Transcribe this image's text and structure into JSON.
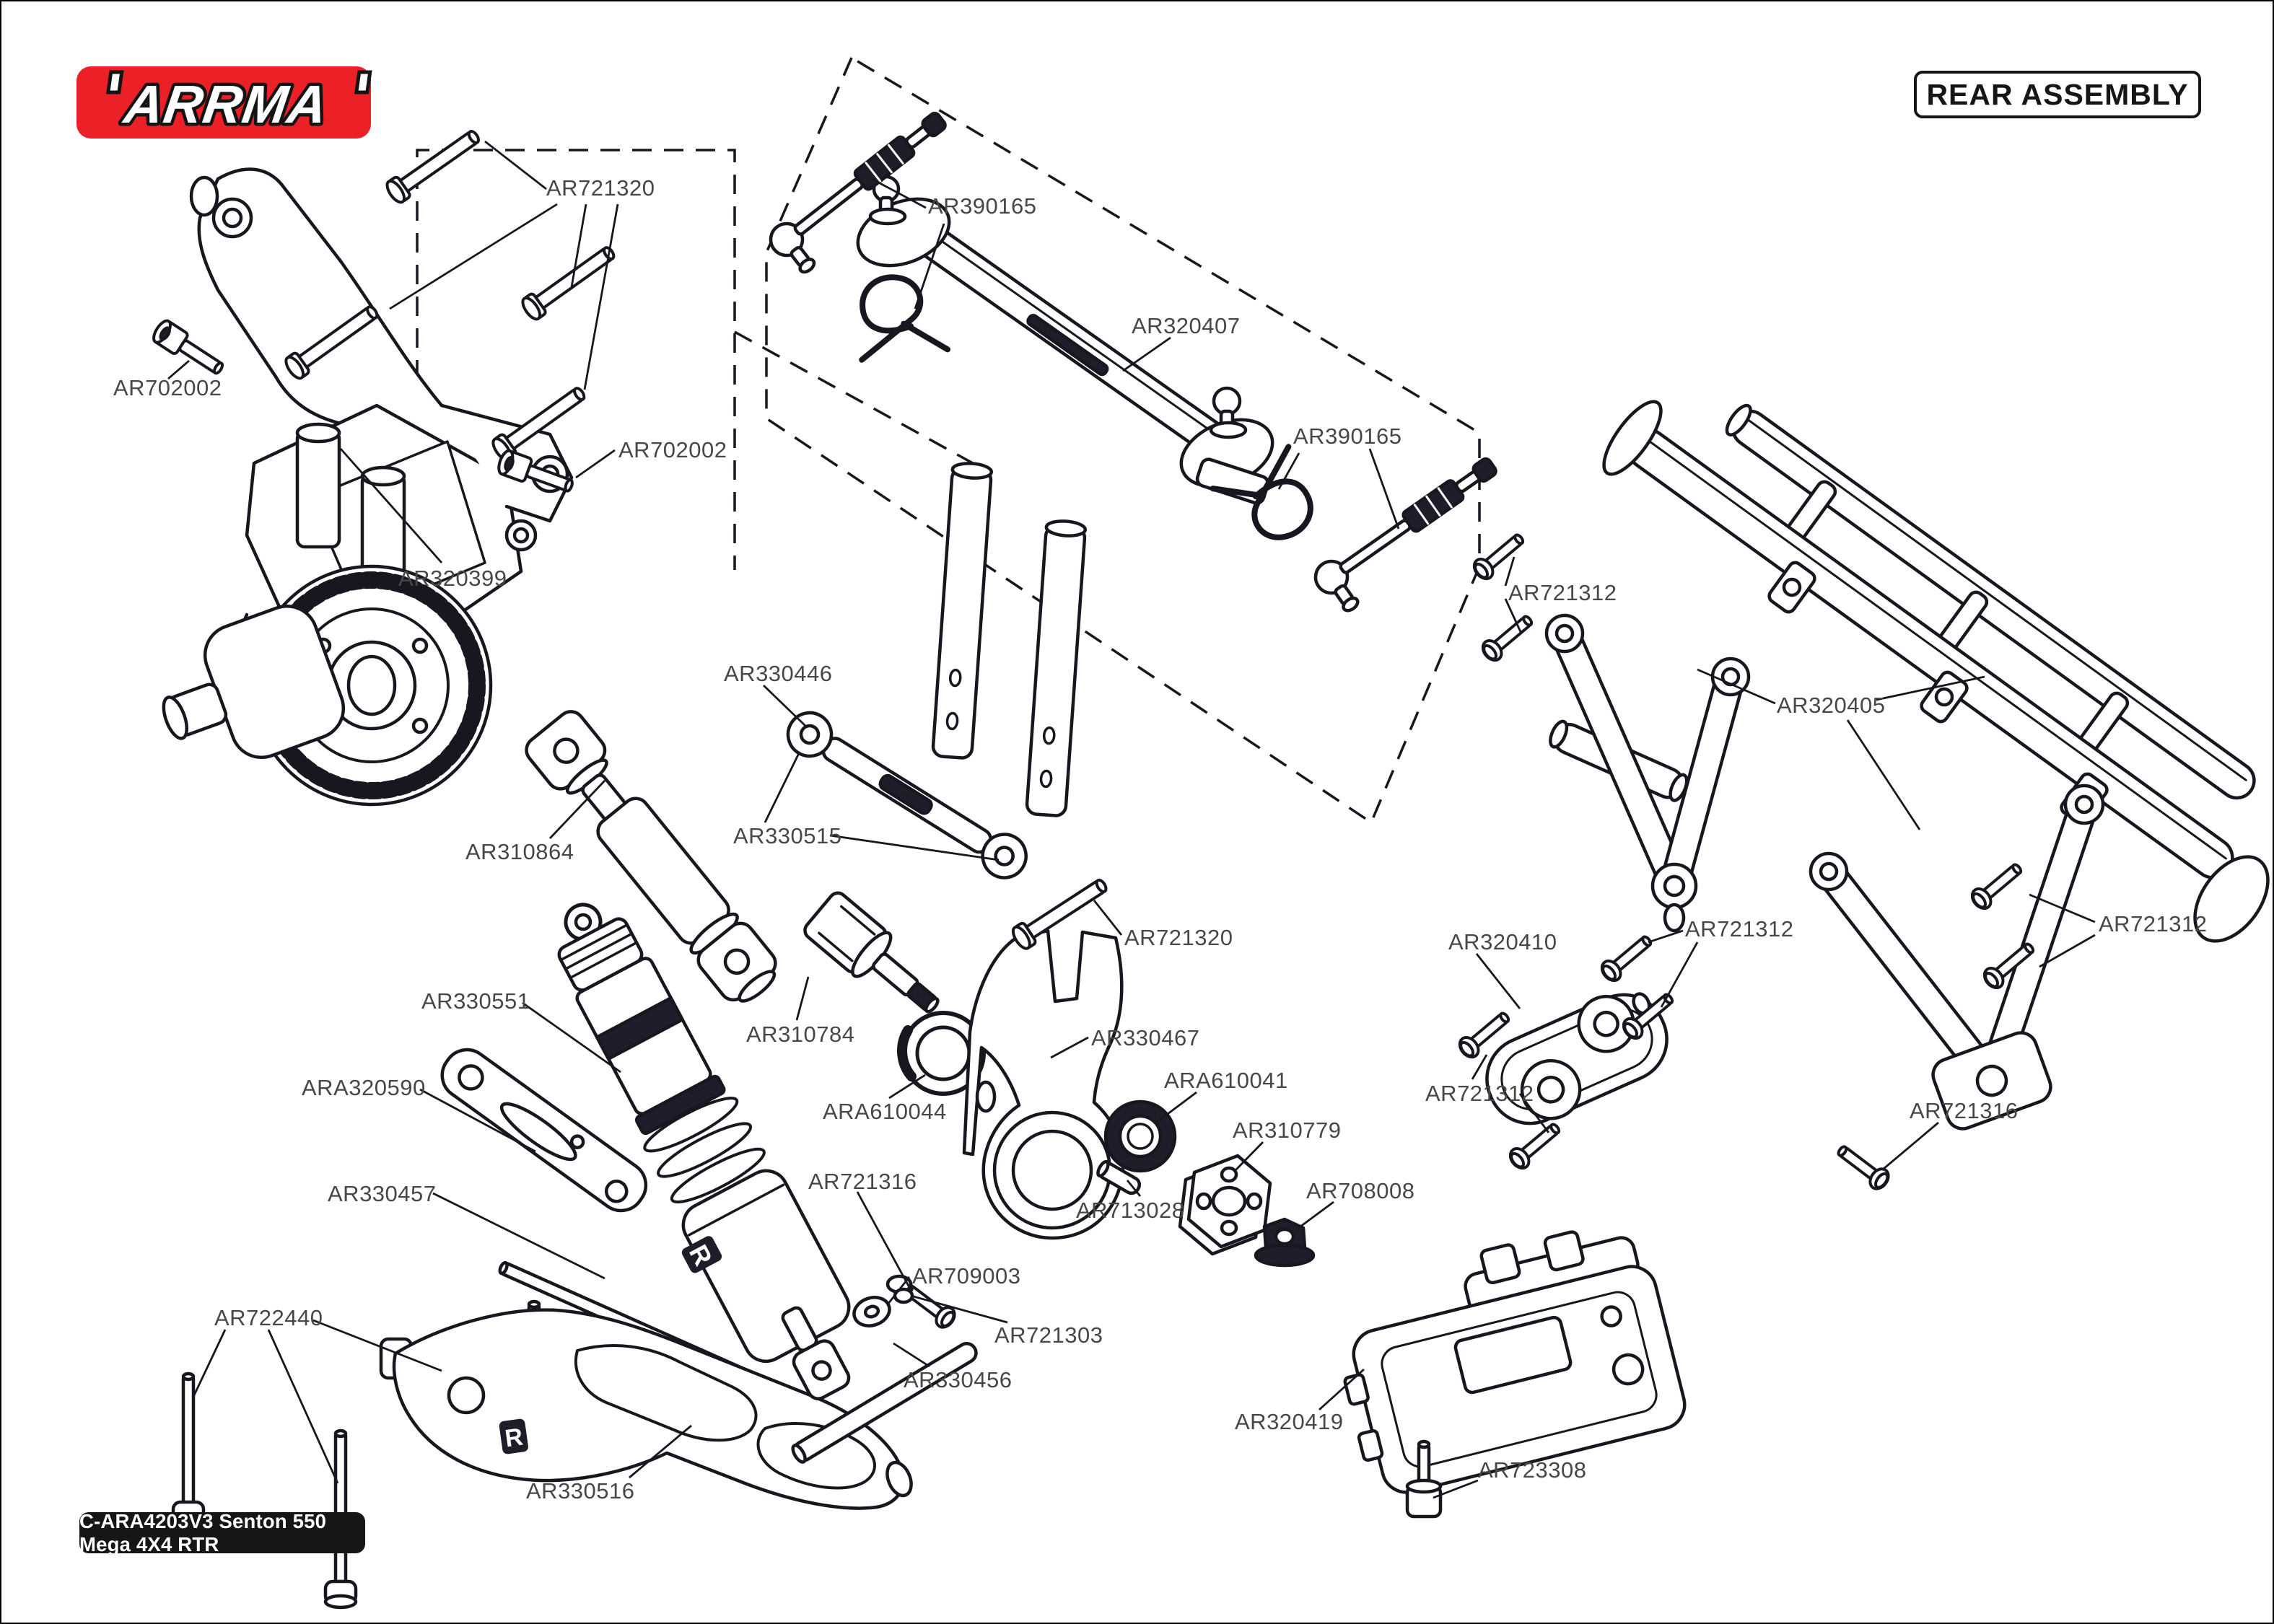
{
  "logo": {
    "brand": "ARRMA",
    "red": "#ec2127"
  },
  "header": {
    "title": "REAR ASSEMBLY"
  },
  "footer": {
    "product_code": "C-ARA4203V3 Senton 550 Mega 4X4 RTR"
  },
  "decals": {
    "r_mark": "R"
  },
  "colors": {
    "line": "#17171f",
    "label_text": "#474747",
    "dark_fill": "#1e1e2a",
    "brand_red": "#ec2127"
  },
  "part_labels": [
    {
      "text": "AR721320"
    },
    {
      "text": "AR702002"
    },
    {
      "text": "AR702002"
    },
    {
      "text": "AR320399"
    },
    {
      "text": "AR390165"
    },
    {
      "text": "AR320407"
    },
    {
      "text": "AR390165"
    },
    {
      "text": "AR721312"
    },
    {
      "text": "AR320405"
    },
    {
      "text": "AR330446"
    },
    {
      "text": "AR310864"
    },
    {
      "text": "AR330515"
    },
    {
      "text": "AR330551"
    },
    {
      "text": "AR310784"
    },
    {
      "text": "ARA610044"
    },
    {
      "text": "AR721316"
    },
    {
      "text": "AR709003"
    },
    {
      "text": "ARA320590"
    },
    {
      "text": "AR330457"
    },
    {
      "text": "AR722440"
    },
    {
      "text": "AR330516"
    },
    {
      "text": "AR721320"
    },
    {
      "text": "AR330467"
    },
    {
      "text": "ARA610041"
    },
    {
      "text": "AR310779"
    },
    {
      "text": "AR708008"
    },
    {
      "text": "AR713028"
    },
    {
      "text": "AR320410"
    },
    {
      "text": "AR721312"
    },
    {
      "text": "AR721312"
    },
    {
      "text": "AR721316"
    },
    {
      "text": "AR721312"
    },
    {
      "text": "AR721303"
    },
    {
      "text": "AR330456"
    },
    {
      "text": "AR320419"
    },
    {
      "text": "AR723308"
    }
  ]
}
